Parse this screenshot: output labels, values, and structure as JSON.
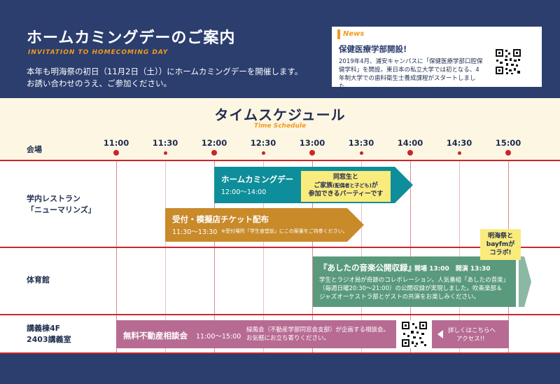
{
  "header": {
    "title": "ホームカミングデーのご案内",
    "subtitle": "INVITATION TO HOMECOMING DAY",
    "desc_line1": "本年も明海祭の初日（11月2日（土））にホームカミングデーを開催します。",
    "desc_line2": "お誘い合わせのうえ、ご参加ください。"
  },
  "news": {
    "tag": "News",
    "title": "保健医療学部開設!",
    "body": "2019年4月、浦安キャンパスに「保健医療学部口腔保健学科」を開設。東日本の私立大学では初となる、4年制大学での歯科衛生士養成課程がスタートしました。"
  },
  "schedule": {
    "title": "タイムスケジュール",
    "subtitle": "Time Schedule",
    "venue_header": "会場",
    "times": [
      "11:00",
      "11:30",
      "12:00",
      "12:30",
      "13:00",
      "13:30",
      "14:00",
      "14:30",
      "15:00"
    ]
  },
  "venues": {
    "v1_line1": "学内レストラン",
    "v1_line2": "「ニューマリンズ」",
    "v2": "体育館",
    "v3_line1": "講義棟4F",
    "v3_line2": "2403講義室"
  },
  "events": {
    "homecoming": {
      "title": "ホームカミングデー",
      "time": "12:00〜14:00"
    },
    "homecoming_note": {
      "line1": "同窓生と",
      "line2a": "ご家族",
      "line2b": "(配偶者と子ども)",
      "line2c": "が",
      "line3": "参加できるパーティーです"
    },
    "reception": {
      "title": "受付・模擬店チケット配布",
      "time": "11:30〜13:30",
      "note": "※受付場所「学生食堂前」にこの案書をご持参ください。"
    },
    "collab": {
      "line1": "明海祭と",
      "line2": "bayfmが",
      "line3": "コラボ!"
    },
    "music": {
      "title": "『あしたの音楽公開収録』",
      "time": "開場 13:00　開演 13:30",
      "desc1": "学生とラジオ局が奇跡のコレボレーション。人気番組「あしたの音楽」",
      "desc2": "（毎週日曜20:30〜21:00）の公開収録が実現しました。吹奏楽部＆",
      "desc3": "ジャズオーケストラ部とゲストの共演をお楽しみください。"
    },
    "realestate": {
      "title": "無料不動産相談会",
      "time": "11:00〜15:00",
      "desc1": "緑風会（不動産学部同窓会支部）が企画する相談会。",
      "desc2": "お気軽にお立ち寄りください。"
    },
    "details": {
      "line1": "詳しくはこちらへ",
      "line2": "アクセス!!"
    }
  },
  "colors": {
    "navy": "#2b3e6e",
    "cream": "#fdf6e3",
    "orange": "#f29a1c",
    "red": "#c8262b",
    "teal": "#0e8e9a",
    "gold": "#c98a2a",
    "green": "#5a9a7c",
    "mauve": "#b76b93",
    "yellow": "#faeb7d"
  }
}
